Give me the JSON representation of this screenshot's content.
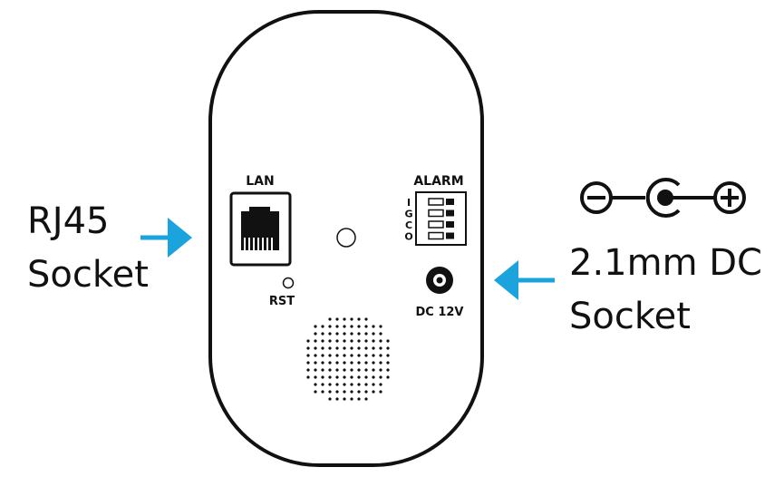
{
  "device": {
    "lan_label": "LAN",
    "rst_label": "RST",
    "alarm_label": "ALARM",
    "alarm_pins": [
      "I",
      "G",
      "C",
      "O"
    ],
    "dc_label": "DC 12V"
  },
  "callouts": {
    "left": {
      "line1": "RJ45",
      "line2": "Socket"
    },
    "right": {
      "line1": "2.1mm DC",
      "line2": "Socket"
    }
  },
  "polarity": {
    "left_symbol": "minus",
    "right_symbol": "plus"
  },
  "colors": {
    "arrow": "#1aa3dc",
    "outline": "#111111"
  }
}
